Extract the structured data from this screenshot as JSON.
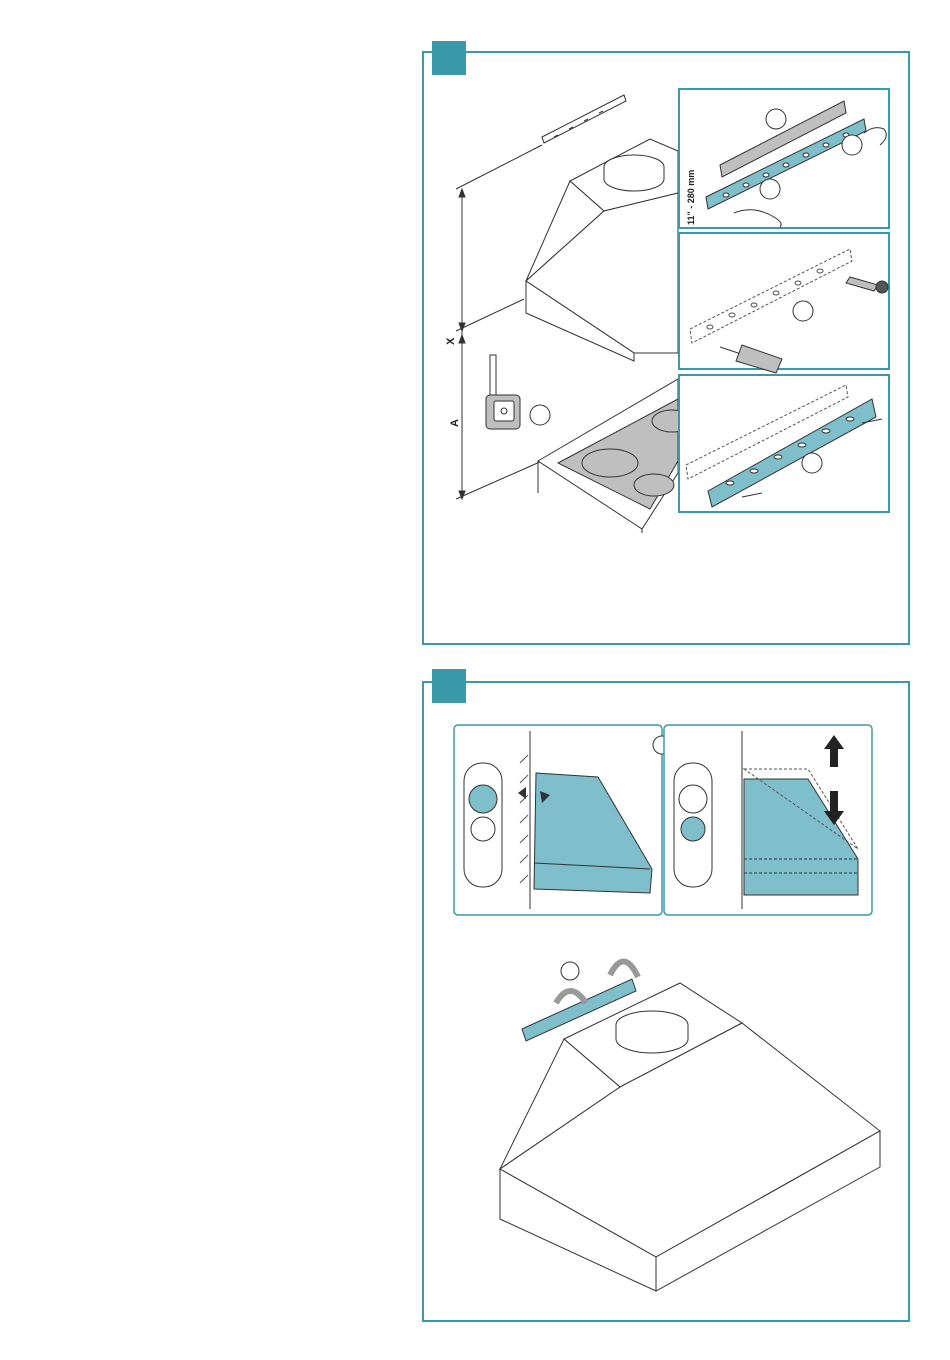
{
  "step1": {
    "height_label_x": "X",
    "height_label_a": "A",
    "inset_top": {
      "dimension_text": "11\" - 280 mm"
    }
  },
  "colors": {
    "accent": "#3a9aaa",
    "part_fill": "#7fbecb",
    "line": "#333333"
  },
  "icons": [
    "measuring-tape-icon",
    "spirit-level-icon",
    "drill-icon",
    "screw-icon",
    "wall-plug-icon",
    "rotate-arrow-icon",
    "up-down-arrow-icon"
  ]
}
